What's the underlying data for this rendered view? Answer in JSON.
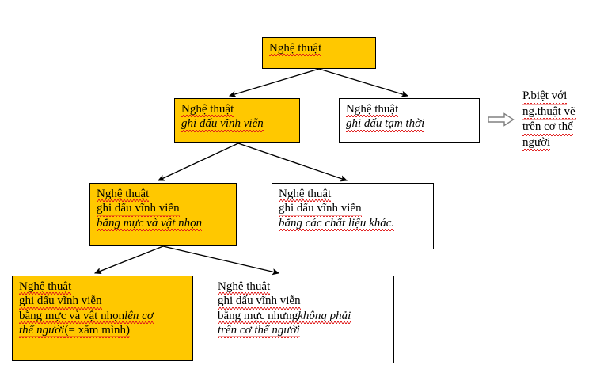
{
  "diagram": {
    "title_text": "Nghệ thuật",
    "colors": {
      "fill_highlight": "#FFC800",
      "fill_plain": "#FFFFFF",
      "border": "#000000",
      "text": "#000000",
      "spellcheck_underline": "#E01B1B",
      "block_arrow": "#808080"
    },
    "nodes": {
      "root": {
        "lines": [
          {
            "text": "Nghệ thuật",
            "style": "regular"
          }
        ]
      },
      "permanent": {
        "lines": [
          {
            "text": "Nghệ thuật",
            "style": "regular"
          },
          {
            "text": "ghi dấu vĩnh viễn",
            "style": "italic"
          }
        ]
      },
      "temporary": {
        "lines": [
          {
            "text": "Nghệ thuật",
            "style": "regular"
          },
          {
            "text": "ghi dấu tạm thời",
            "style": "italic"
          }
        ]
      },
      "ink_sharp": {
        "lines": [
          {
            "text": "Nghệ thuật",
            "style": "regular"
          },
          {
            "text": "ghi dấu vĩnh viễn",
            "style": "regular"
          },
          {
            "text": "bằng mực và vật nhọn",
            "style": "italic"
          }
        ]
      },
      "other_materials": {
        "lines": [
          {
            "text": "Nghệ thuật",
            "style": "regular"
          },
          {
            "text": "ghi dấu vĩnh viễn",
            "style": "regular"
          },
          {
            "text": "bằng các chất liệu khác.",
            "style": "italic"
          }
        ]
      },
      "tattoo": {
        "lines": [
          {
            "text": "Nghệ thuật",
            "style": "regular"
          },
          {
            "text": "ghi dấu vĩnh viễn",
            "style": "regular"
          },
          {
            "text": "bằng mực và vật nhọn ",
            "style": "regular",
            "tail": "lên cơ",
            "tail_style": "italic"
          },
          {
            "text": "thể người",
            "style": "italic",
            "tail": " (= xăm mình)",
            "tail_style": "regular"
          }
        ]
      },
      "not_on_body": {
        "lines": [
          {
            "text": "Nghệ thuật",
            "style": "regular"
          },
          {
            "text": "ghi dấu vĩnh viễn",
            "style": "regular"
          },
          {
            "text": "bằng mực nhưng ",
            "style": "regular",
            "tail": "không phải",
            "tail_style": "italic"
          },
          {
            "text": "trên cơ thể người",
            "style": "italic"
          }
        ]
      }
    },
    "annotation": {
      "arrow_icon": "right-block-arrow-icon",
      "lines": [
        "P.biệt với",
        "ng.thuật vẽ",
        "trên cơ thể",
        "người"
      ]
    }
  }
}
